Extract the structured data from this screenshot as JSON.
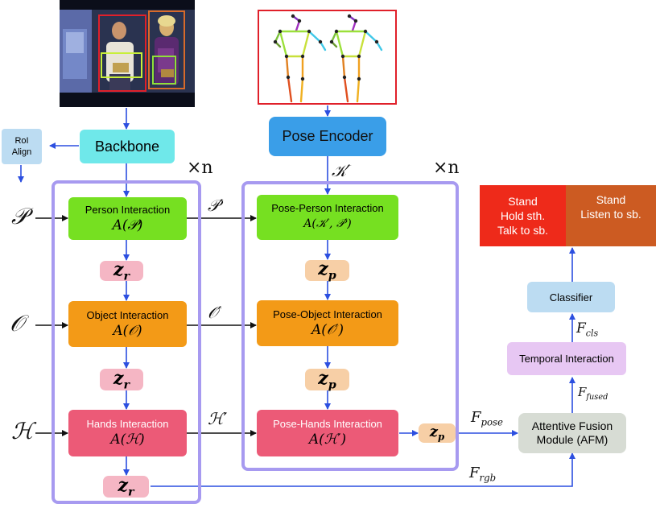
{
  "backbone": {
    "label": "Backbone"
  },
  "roi_align": {
    "label_line1": "RoI",
    "label_line2": "Align"
  },
  "pose_encoder": {
    "label": "Pose Encoder"
  },
  "repeat": {
    "left": "×n",
    "right": "×n"
  },
  "inputs": {
    "person": "𝒫",
    "object": "𝒪",
    "hands": "ℋ"
  },
  "left_modules": {
    "person": {
      "title": "Person Interaction",
      "formula": "A(𝒫)"
    },
    "object": {
      "title": "Object Interaction",
      "formula": "A(𝒪)"
    },
    "hands": {
      "title": "Hands Interaction",
      "formula": "A(ℋ)"
    }
  },
  "right_modules": {
    "person": {
      "title": "Pose-Person Interaction",
      "formula": "A(𝒦′, 𝒫′)"
    },
    "object": {
      "title": "Pose-Object Interaction",
      "formula": "A(𝒪′)"
    },
    "hands": {
      "title": "Pose-Hands Interaction",
      "formula": "A(ℋ′)"
    }
  },
  "z_r": "zr",
  "z_p": "zp",
  "edge_labels": {
    "k_prime": "𝒦′",
    "p_prime": "𝒫′",
    "o_prime": "𝒪′",
    "h_prime": "ℋ′",
    "f_pose": "Fpose",
    "f_rgb": "Frgb",
    "f_fused": "Ffused",
    "f_cls": "Fcls"
  },
  "afm": {
    "line1": "Attentive Fusion",
    "line2": "Module (AFM)"
  },
  "temporal": {
    "label": "Temporal Interaction"
  },
  "classifier": {
    "label": "Classifier"
  },
  "predictions": {
    "left": [
      "Stand",
      "Hold sth.",
      "Talk to sb."
    ],
    "right": [
      "Stand",
      "Listen to sb."
    ]
  },
  "colors": {
    "purple_frame": "#a79af0",
    "backbone": "#6fe8ea",
    "pose_encoder": "#3a9ee8",
    "green": "#76e021",
    "orange": "#f39a17",
    "pink": "#ec5a77",
    "z_r": "#f5b6c4",
    "z_p": "#f7cfa6",
    "afm": "#d7dcd4",
    "temporal": "#e7c7f3",
    "classifier": "#bcdcf2",
    "pred_left": "#ee2a1a",
    "pred_right": "#cc5b22",
    "arrow": "#2c4fe0"
  }
}
